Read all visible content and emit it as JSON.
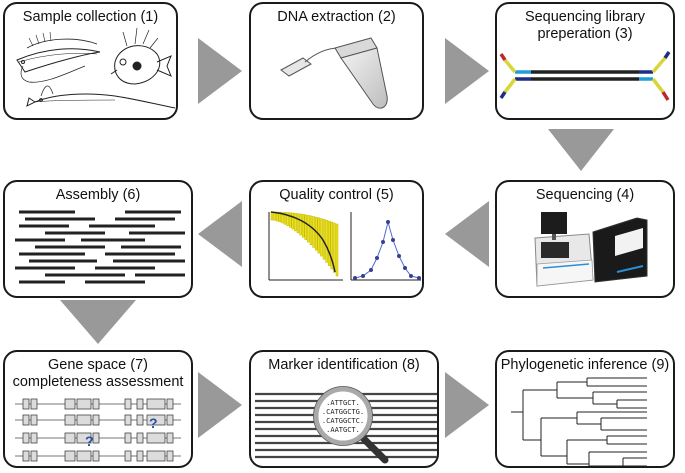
{
  "steps": [
    {
      "title": "Sample collection (1)"
    },
    {
      "title": "DNA extraction (2)"
    },
    {
      "title_line1": "Sequencing library",
      "title_line2": "preperation (3)"
    },
    {
      "title": "Sequencing (4)"
    },
    {
      "title": "Quality control (5)"
    },
    {
      "title": "Assembly (6)"
    },
    {
      "title_line1": "Gene space (7)",
      "title_line2": "completeness assessment"
    },
    {
      "title": "Marker identification (8)"
    },
    {
      "title": "Phylogenetic inference (9)"
    }
  ],
  "marker_sequences": [
    ".ATTGCT.",
    ".CATGGCTG.",
    ".CATGGCTC.",
    ".AATGCT."
  ],
  "gene_space_marks": [
    "?",
    "?"
  ],
  "colors": {
    "arrow": "#999999",
    "border": "#1a1a1a",
    "adapter_yellow": "#d8d63a",
    "adapter_blue": "#1e9fd8",
    "adapter_navy": "#1c2f86",
    "adapter_red": "#c0272d",
    "qc_yellow": "#ece01a",
    "qc_point": "#3a3f8f"
  }
}
